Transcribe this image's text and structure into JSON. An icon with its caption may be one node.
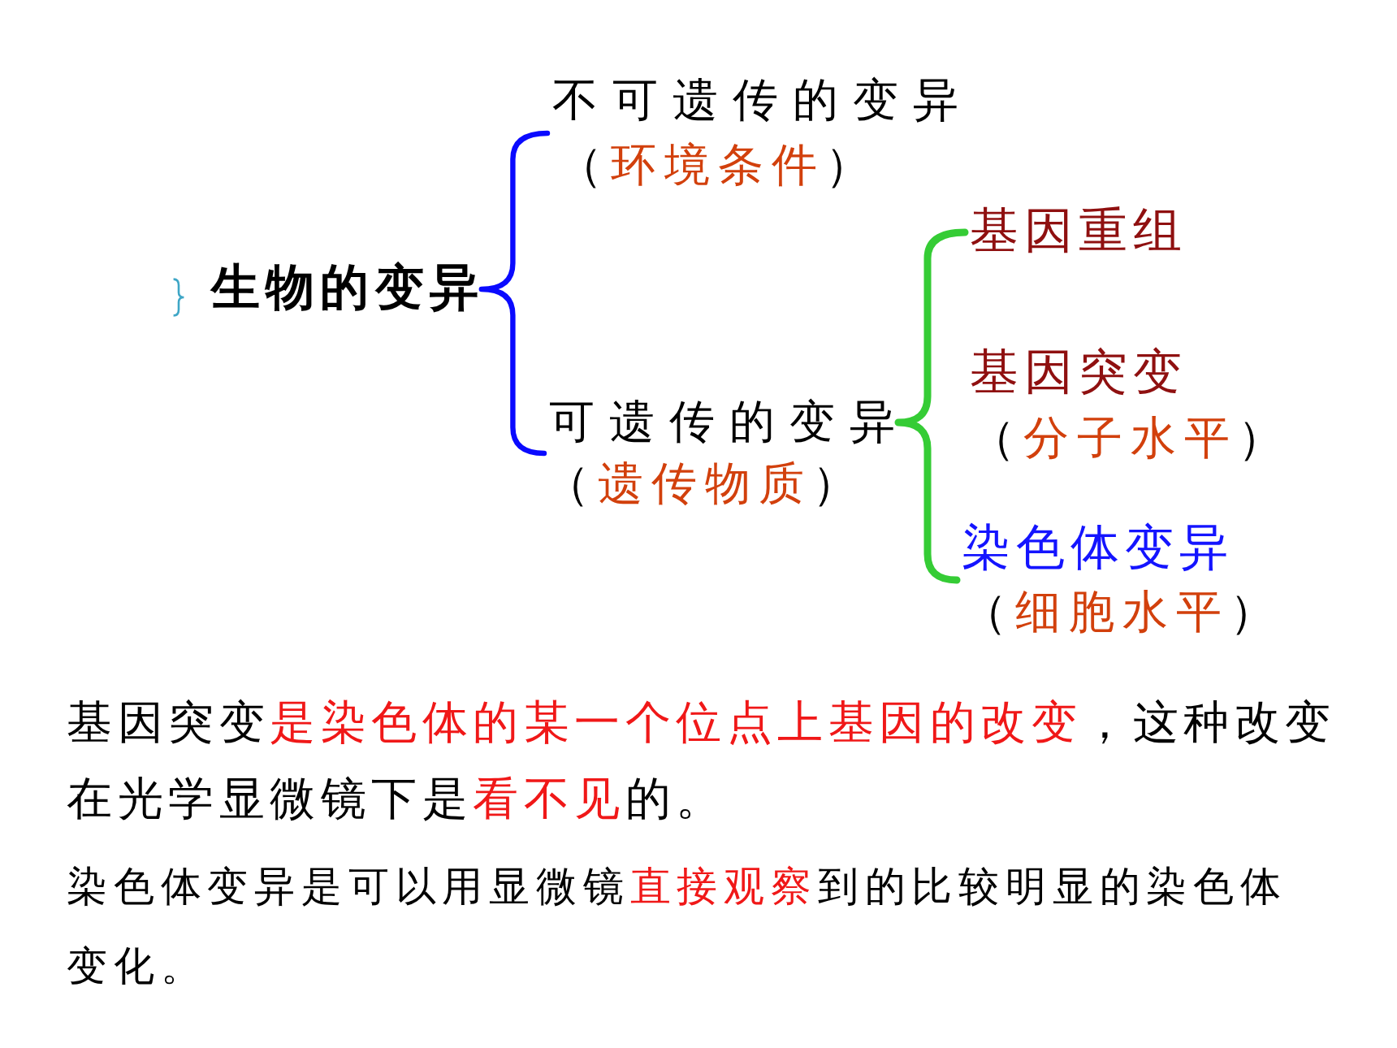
{
  "diagram": {
    "nodes": [
      {
        "text": [
          "生物的变异"
        ]
      },
      {
        "text": [
          "不可遗传的变异",
          "（环境条件）"
        ]
      },
      {
        "text": [
          "可遗传的变异",
          "（遗传物质）"
        ]
      },
      {
        "text": [
          "基因重组"
        ]
      },
      {
        "text": [
          "基因突变",
          "（分子水平）"
        ]
      },
      {
        "text": [
          "染色体变异",
          "（细胞水平）"
        ]
      }
    ],
    "edges": [
      {
        "from": 0,
        "to": 1,
        "arrow": "none",
        "color": "#0a0aff"
      },
      {
        "from": 0,
        "to": 2,
        "arrow": "none",
        "color": "#0a0aff"
      },
      {
        "from": 2,
        "to": 3,
        "arrow": "none",
        "color": "#35cc35"
      },
      {
        "from": 2,
        "to": 5,
        "arrow": "none",
        "color": "#35cc35"
      }
    ],
    "labels": [
      "基因突变是染色体的某一个位点上基因的改变，这种改变在光学显微镜下是看不见的。",
      "染色体变异是可以用显微镜直接观察到的比较明显的染色体变化。"
    ]
  }
}
